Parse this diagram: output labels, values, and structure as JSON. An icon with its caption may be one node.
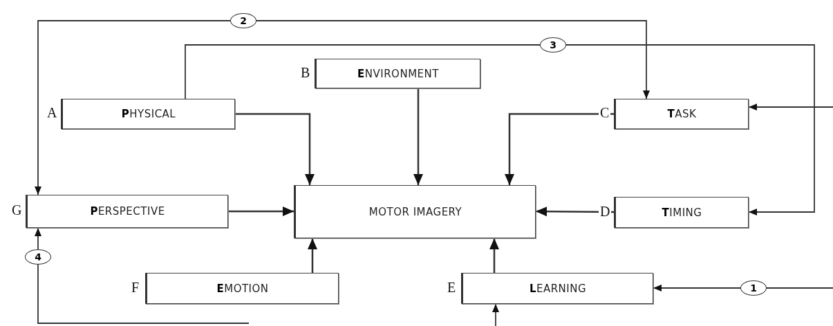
{
  "diagram": {
    "nodes": [
      {
        "text": [
          "**P**HYSICAL"
        ],
        "beside": [
          "A"
        ]
      },
      {
        "text": [
          "**E**NVIRONMENT"
        ],
        "beside": [
          "B"
        ]
      },
      {
        "text": [
          "**T**ASK"
        ],
        "beside": [
          "C"
        ]
      },
      {
        "text": [
          "**P**ERSPECTIVE"
        ],
        "beside": [
          "G"
        ]
      },
      {
        "text": [
          "MOTOR IMAGERY"
        ]
      },
      {
        "text": [
          "**T**IMING"
        ],
        "beside": [
          "D"
        ]
      },
      {
        "text": [
          "**E**MOTION"
        ],
        "beside": [
          "F"
        ]
      },
      {
        "text": [
          "**L**EARNING"
        ],
        "beside": [
          "E"
        ]
      }
    ],
    "edges": [
      {
        "from": 0,
        "to": 4,
        "arrow": "to"
      },
      {
        "from": 1,
        "to": 4,
        "arrow": "to"
      },
      {
        "from": 2,
        "to": 4,
        "arrow": "to"
      },
      {
        "from": 3,
        "to": 4,
        "arrow": "to"
      },
      {
        "from": 5,
        "to": 4,
        "arrow": "to"
      },
      {
        "from": 6,
        "to": 4,
        "arrow": "to"
      },
      {
        "from": 7,
        "to": 4,
        "arrow": "to"
      },
      {
        "from": 3,
        "to": 2,
        "arrow": "both",
        "label": "2"
      },
      {
        "from": 0,
        "to": 5,
        "arrow": "to",
        "label": "3"
      },
      {
        "from": null,
        "to": 2,
        "arrow": "to"
      },
      {
        "from": null,
        "to": 7,
        "arrow": "to",
        "label": "1"
      },
      {
        "from": null,
        "to": 7,
        "arrow": "to"
      },
      {
        "from": null,
        "to": 3,
        "arrow": "to",
        "label": "4"
      }
    ]
  }
}
